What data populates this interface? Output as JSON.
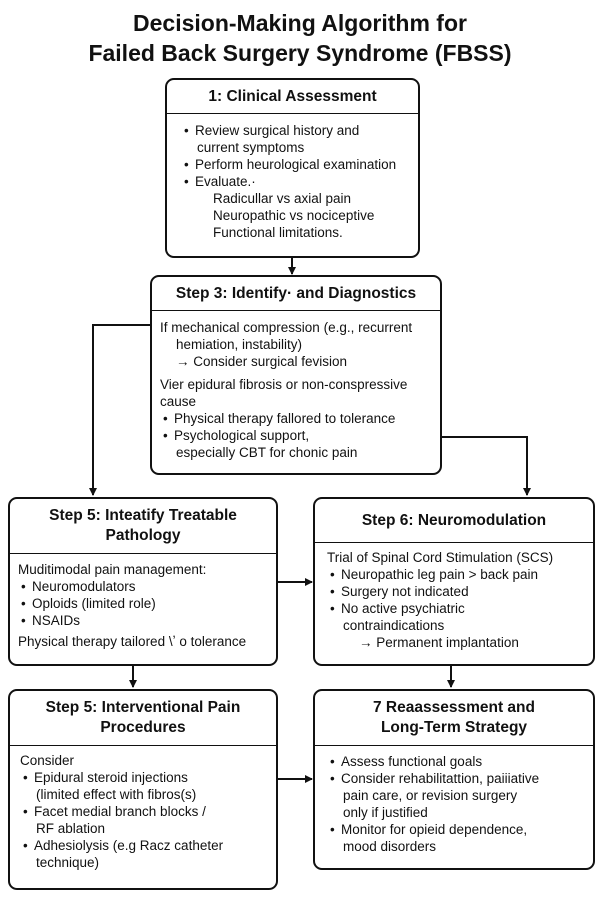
{
  "title": {
    "line1": "Decision-Making Algorithm for",
    "line2": "Failed Back Surgery Syndrome (FBSS)"
  },
  "step1": {
    "heading": "1: Clinical Assessment",
    "items": [
      "Review surgical history and",
      "current symptoms",
      "Perform heurological examination",
      "Evaluate.·",
      "Radicullar vs axial pain",
      "Neuropathic vs nociceptive",
      "Functional limitations."
    ]
  },
  "step3": {
    "heading": "Step 3: Identify· and Diagnostics",
    "items": [
      "If mechanical compression (e.g., recurrent",
      "hemiation, instability)",
      "→ Consider surgical fevision",
      "Vier epidural fibrosis or non-conspressive",
      "cause",
      "Physical therapy fallored to tolerance",
      "Psychological support,",
      "especially CBT for chonic pain"
    ]
  },
  "step5a": {
    "heading_line1": "Step 5: Inteatify  Treatable",
    "heading_line2": "Pathology",
    "items": [
      "Muditimodal pain management:",
      "Neuromodulators",
      "Oploids (limited role)",
      "NSAIDs",
      "Physical therapy tailored \\ʼ o tolerance"
    ]
  },
  "step6": {
    "heading": "Step 6: Neuromodulation",
    "items": [
      "Trial of Spinal Cord Stimulation (SCS)",
      "Neuropathic leg pain > back pain",
      "Surgery not indicated",
      "No active psychiatric",
      "contraindications",
      "→ Permanent implantation"
    ]
  },
  "step5b": {
    "heading_line1": "Step 5: Interventional Pain",
    "heading_line2": "Procedures",
    "items": [
      "Consider",
      "Epidural steroid injections",
      "(limited effect with fibros(s)",
      "Facet medial branch blocks /",
      "RF ablation",
      "Adhesiolysis (e.g  Racz catheter",
      "technique)"
    ]
  },
  "step7": {
    "heading_line1": "7 Reaassessment and",
    "heading_line2": "Long-Term Strategy",
    "items": [
      "Assess functional goals",
      "Consider rehabilitattion, paiiiative",
      "pain care, or revision surgery",
      "only if justified",
      "Monitor for opieid dependence,",
      "mood disorders"
    ]
  }
}
